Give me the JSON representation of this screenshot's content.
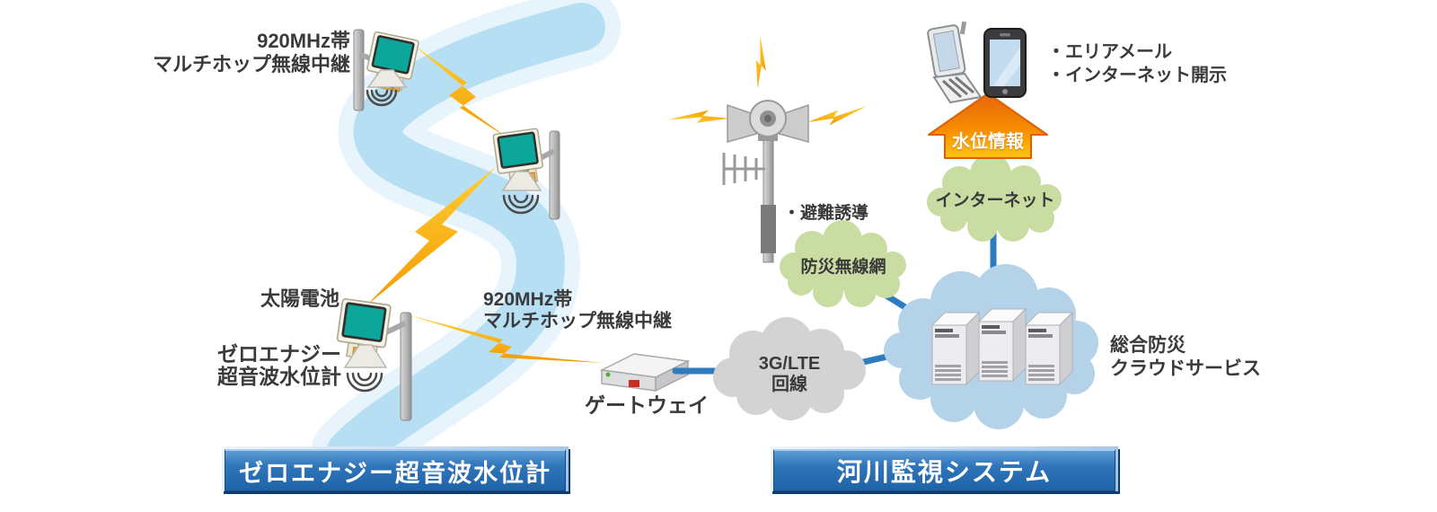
{
  "labels": {
    "relay_top_line1": "920MHz帯",
    "relay_top_line2": "マルチホップ無線中継",
    "solar": "太陽電池",
    "zero_line1": "ゼロエナジー",
    "zero_line2": "超音波水位計",
    "relay_mid_line1": "920MHz帯",
    "relay_mid_line2": "マルチホップ無線中継",
    "gateway": "ゲートウェイ",
    "net3g_line1": "3G/LTE",
    "net3g_line2": "回線",
    "disaster_radio": "防災無線網",
    "internet": "インターネット",
    "service_line1": "総合防災",
    "service_line2": "クラウドサービス",
    "evacuation": "・避難誘導",
    "area_mail": "・エリアメール",
    "internet_disclosure": "・インターネット開示",
    "water_level_info": "水位情報"
  },
  "banners": {
    "left": "ゼロエナジー超音波水位計",
    "right": "河川監視システム"
  },
  "colors": {
    "banner_blue": "#2f75ba",
    "banner_edge_dark": "#0e3c72",
    "river_blue": "#b7dff4",
    "bolt_orange": "#f49a00",
    "bolt_yellow": "#ffcf33",
    "cloud_green": "#c9dda3",
    "cloud_gray": "#d3d3d3",
    "cloud_blue": "#b4d3e9",
    "link_line_blue": "#2e7cc0",
    "arrow_orange": "#f07800",
    "sensor_panel_teal": "#0ca79a",
    "text_dark": "#3a3a3a"
  },
  "icons": {
    "sensor": "ultrasonic-water-level-sensor-icon",
    "ultrasonic_waves": "ultrasonic-waves-icon",
    "lightning_link": "wireless-link-bolt-icon",
    "river": "river-shape",
    "gateway": "gateway-device-icon",
    "cloud": "cloud-shape-icon",
    "servers": "server-rack-icon",
    "loudspeaker": "disaster-loudspeaker-tower-icon",
    "antenna": "yagi-antenna-icon",
    "flip_phone": "feature-phone-icon",
    "smartphone": "smartphone-icon",
    "up_arrow": "water-level-info-arrow-icon"
  }
}
